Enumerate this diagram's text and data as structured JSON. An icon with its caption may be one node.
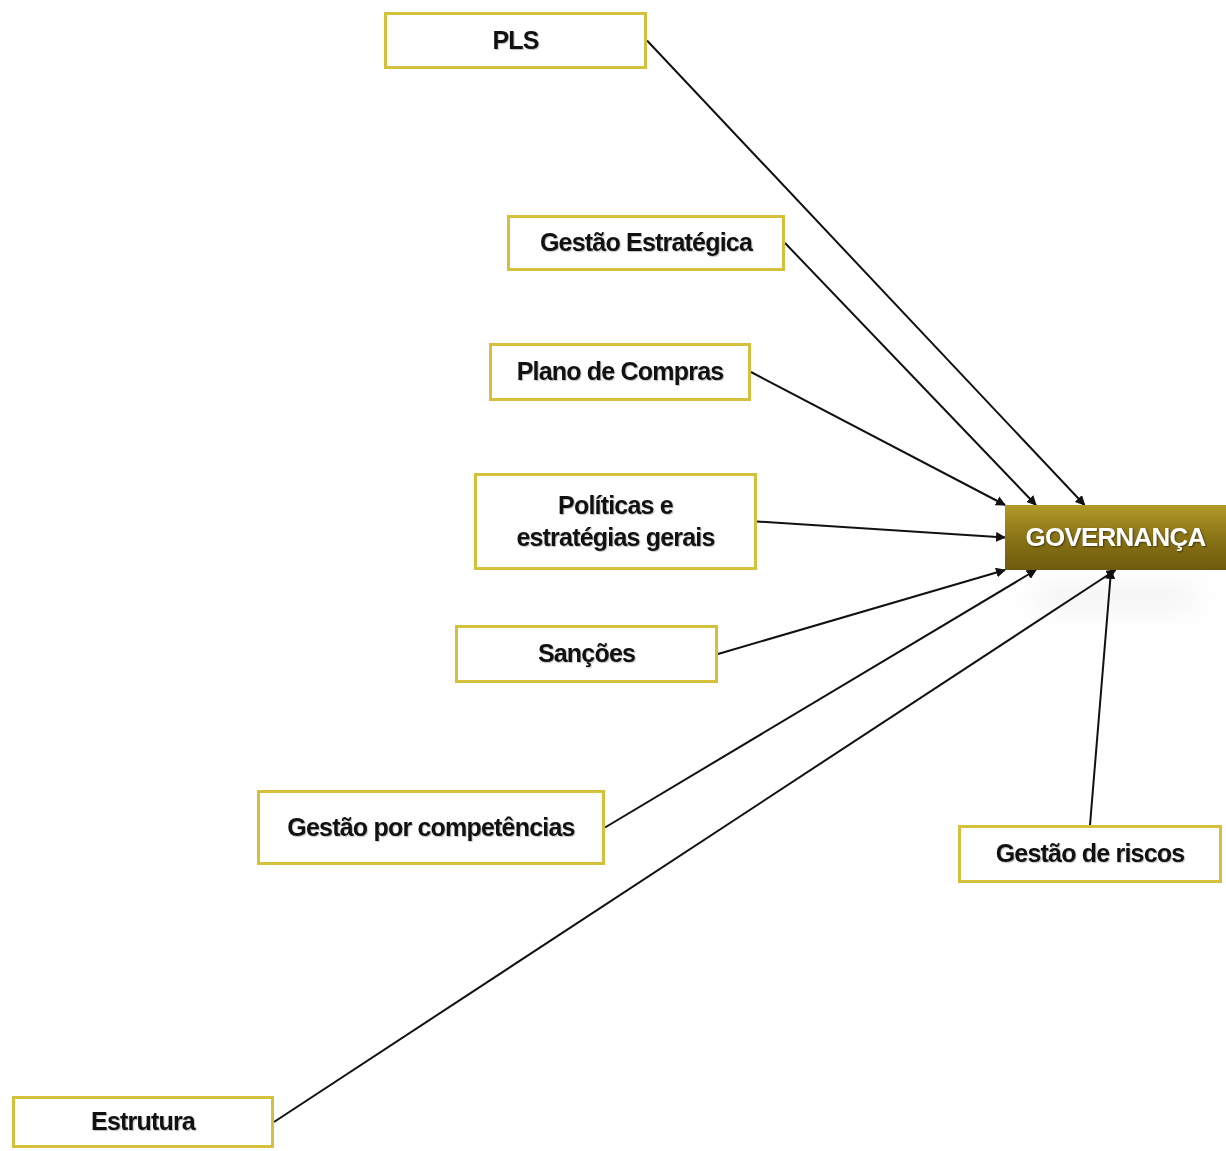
{
  "diagram": {
    "nodes": [
      {
        "text": [
          "PLS"
        ]
      },
      {
        "text": [
          "Gestão Estratégica"
        ]
      },
      {
        "text": [
          "Plano de Compras"
        ]
      },
      {
        "text": [
          "Políticas e estratégias gerais"
        ]
      },
      {
        "text": [
          "Sanções"
        ]
      },
      {
        "text": [
          "Gestão por competências"
        ]
      },
      {
        "text": [
          "Estrutura"
        ]
      },
      {
        "text": [
          "Gestão de riscos"
        ]
      },
      {
        "text": [
          "GOVERNANÇA"
        ]
      }
    ],
    "edges": [
      {
        "from": 0,
        "to": 8,
        "arrow": "to"
      },
      {
        "from": 1,
        "to": 8,
        "arrow": "to"
      },
      {
        "from": 2,
        "to": 8,
        "arrow": "to"
      },
      {
        "from": 3,
        "to": 8,
        "arrow": "to"
      },
      {
        "from": 4,
        "to": 8,
        "arrow": "to"
      },
      {
        "from": 5,
        "to": 8,
        "arrow": "to"
      },
      {
        "from": 6,
        "to": 8,
        "arrow": "to"
      },
      {
        "from": 7,
        "to": 8,
        "arrow": "to"
      }
    ]
  }
}
